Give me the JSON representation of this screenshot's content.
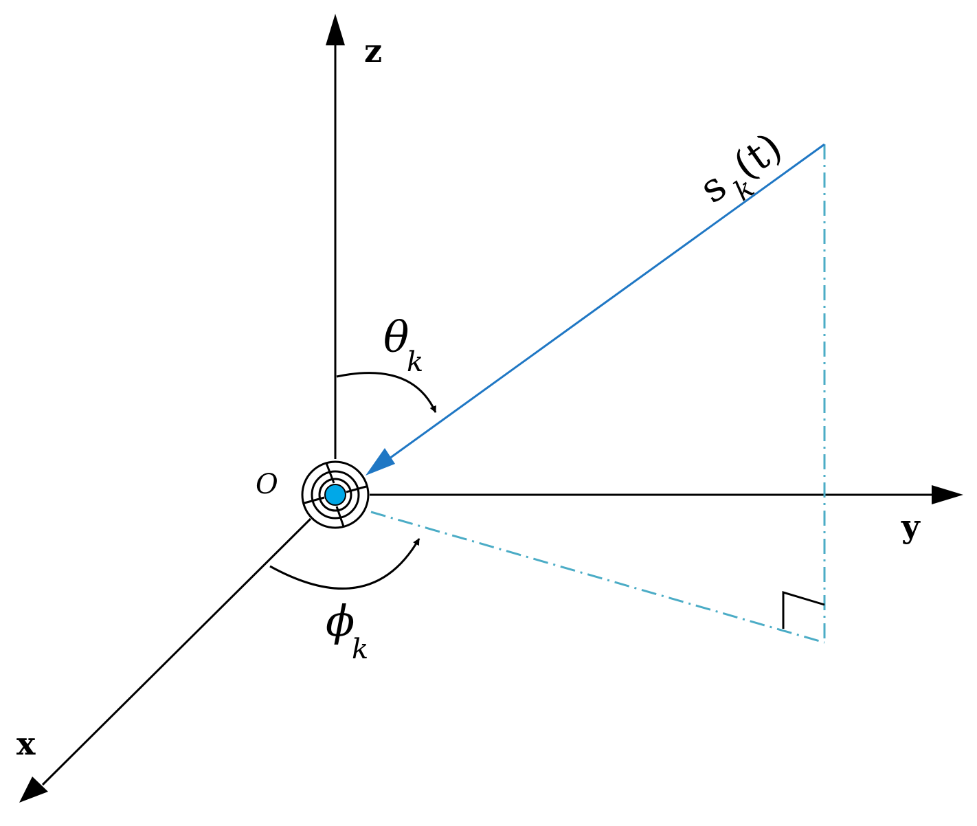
{
  "axes": {
    "z_label": "z",
    "y_label": "y",
    "x_label": "x"
  },
  "origin": {
    "label": "O"
  },
  "angles": {
    "theta": {
      "symbol": "θ",
      "subscript": "k"
    },
    "phi": {
      "symbol": "ϕ",
      "subscript": "k"
    }
  },
  "signal": {
    "symbol": "s",
    "subscript": "k",
    "argument": "(t)"
  },
  "colors": {
    "axis": "#000000",
    "signal_ray": "#1f77c4",
    "projection": "#4bacc6",
    "sensor_dot": "#00a8e8"
  }
}
